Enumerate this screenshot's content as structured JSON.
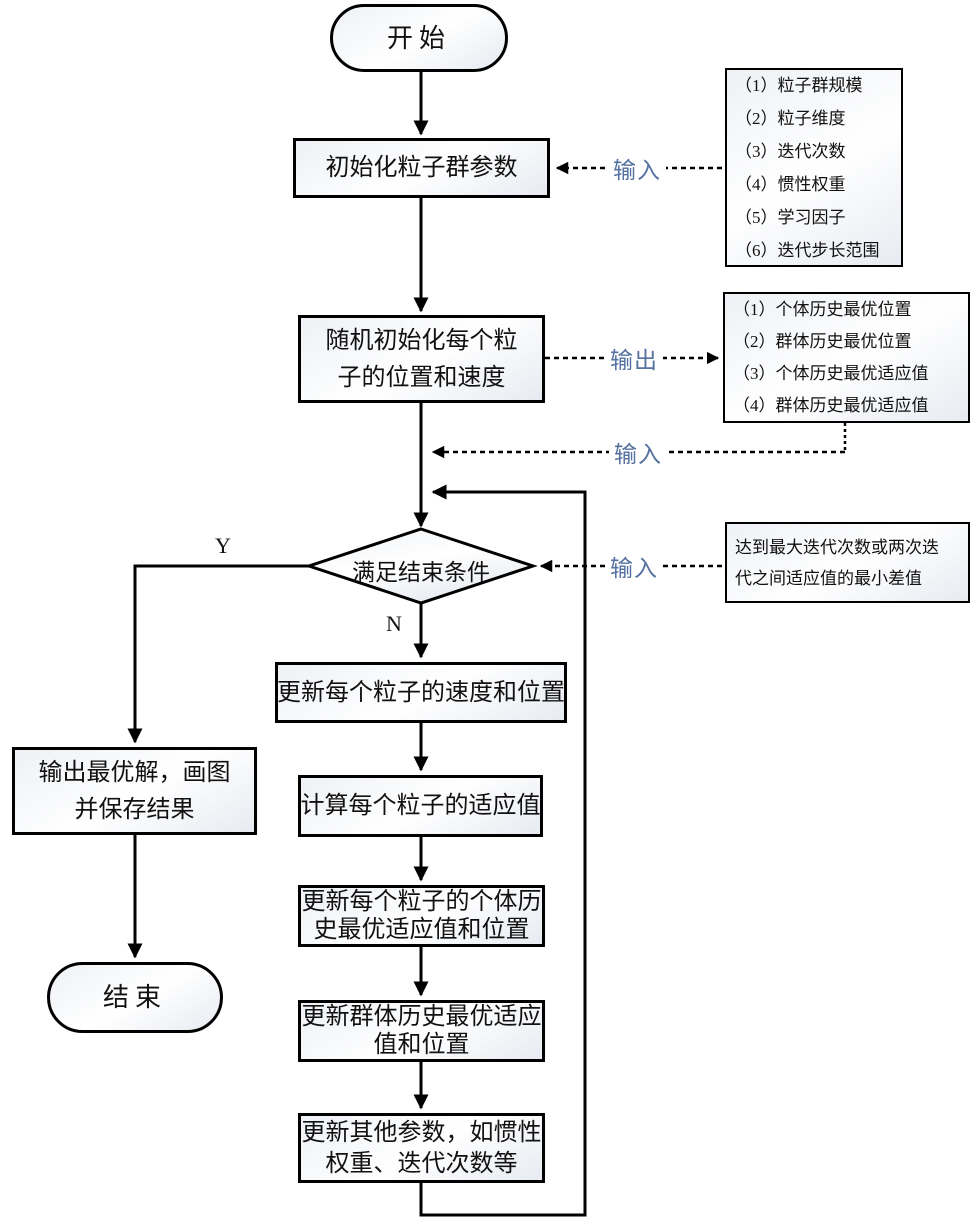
{
  "colors": {
    "connector_label": "#54719f",
    "line": "#000000",
    "node_border": "#000000",
    "node_fill_light": "#ffffff",
    "node_fill_shade": "#e7ebf1"
  },
  "labels": {
    "input": "输入",
    "output": "输出",
    "yes": "Y",
    "no": "N"
  },
  "nodes": {
    "start": {
      "text": "开始"
    },
    "init_params": {
      "text": "初始化粒子群参数"
    },
    "random_init": {
      "lines": [
        "随机初始化每个粒",
        "子的位置和速度"
      ]
    },
    "condition": {
      "text": "满足结束条件"
    },
    "update_velocity": {
      "text": "更新每个粒子的速度和位置"
    },
    "compute_fitness": {
      "text": "计算每个粒子的适应值"
    },
    "update_personal_best": {
      "lines": [
        "更新每个粒子的个体历",
        "史最优适应值和位置"
      ]
    },
    "update_global_best": {
      "lines": [
        "更新群体历史最优适应",
        "值和位置"
      ]
    },
    "update_other_params": {
      "lines": [
        "更新其他参数，如惯性",
        "权重、迭代次数等"
      ]
    },
    "output_result": {
      "lines": [
        "输出最优解，画图",
        "并保存结果"
      ]
    },
    "end": {
      "text": "结束"
    },
    "param_list": {
      "items": [
        "（1）粒子群规模",
        "（2）粒子维度",
        "（3）迭代次数",
        "（4）惯性权重",
        "（5）学习因子",
        "（6）迭代步长范围"
      ]
    },
    "output_list": {
      "items": [
        "（1）个体历史最优位置",
        "（2）群体历史最优位置",
        "（3）个体历史最优适应值",
        "（4）群体历史最优适应值"
      ]
    },
    "stop_criteria": {
      "lines": [
        "达到最大迭代次数或两次迭",
        "代之间适应值的最小差值"
      ]
    }
  }
}
